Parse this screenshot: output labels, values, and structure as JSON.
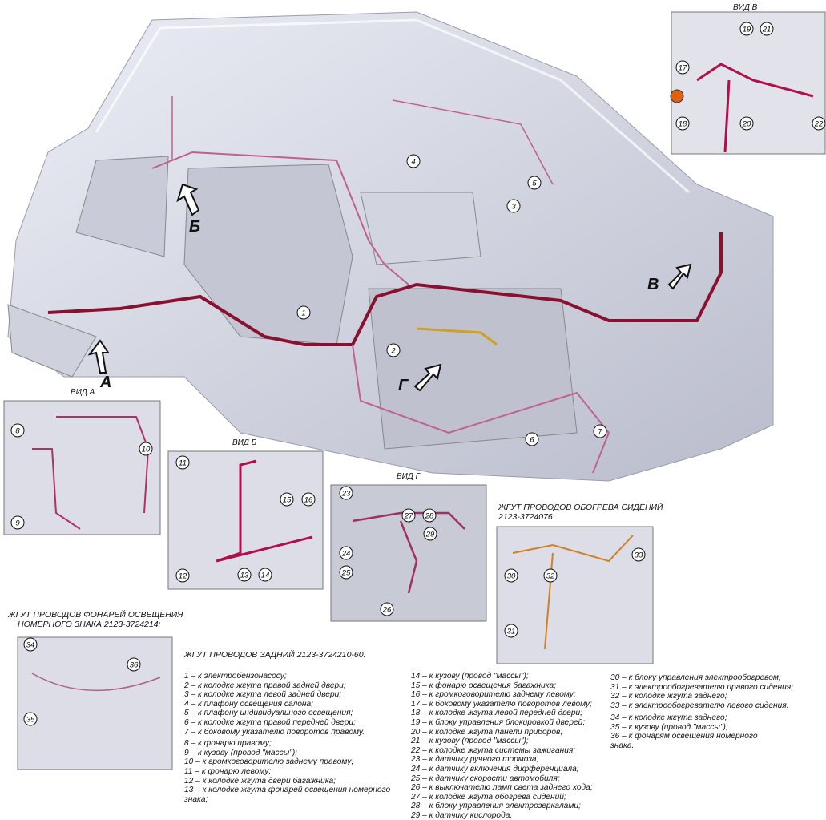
{
  "views": {
    "a": "ВИД А",
    "b": "ВИД Б",
    "v": "ВИД В",
    "g": "ВИД Г"
  },
  "arrows": {
    "a": "А",
    "b": "Б",
    "v": "В",
    "g": "Г"
  },
  "harness_titles": {
    "rear": "ЖГУТ ПРОВОДОВ ЗАДНИЙ 2123-3724210-60:",
    "seat_heating_line1": "ЖГУТ ПРОВОДОВ ОБОГРЕВА СИДЕНИЙ",
    "seat_heating_line2": "2123-3724076:",
    "license_line1": "ЖГУТ ПРОВОДОВ ФОНАРЕЙ ОСВЕЩЕНИЯ",
    "license_line2": "НОМЕРНОГО ЗНАКА 2123-3724214:"
  },
  "callouts": [
    "1",
    "2",
    "3",
    "4",
    "5",
    "6",
    "7",
    "8",
    "9",
    "10",
    "11",
    "12",
    "13",
    "14",
    "15",
    "16",
    "17",
    "18",
    "19",
    "20",
    "21",
    "22",
    "23",
    "24",
    "25",
    "26",
    "27",
    "28",
    "29",
    "30",
    "31",
    "32",
    "33",
    "34",
    "35",
    "36"
  ],
  "legend_col1": [
    "1 – к электробензонасосу;",
    "2 – к колодке жгута правой задней двери;",
    "3 – к колодке жгута левой задней двери;",
    "4 – к плафону освещения салона;",
    "5 – к плафону индивидуального освещения;",
    "6 – к колодке жгута правой передней двери;",
    "7 – к боковому указателю поворотов правому.",
    "8 – к фонарю правому;",
    "9 – к кузову (провод \"массы\");",
    "10 – к громкоговорителю заднему правому;",
    "11 – к фонарю левому;",
    "12 – к колодке жгута двери багажника;",
    "13 – к колодке жгута фонарей освещения номерного",
    "знака;"
  ],
  "legend_col2": [
    "14 – к кузову (провод \"массы\");",
    "15 – к фонарю освещения багажника;",
    "16 – к громкоговорителю заднему левому;",
    "17 – к боковому указателю поворотов левому;",
    "18 – к колодке жгута левой передней двери;",
    "19 – к блоку управления блокировкой дверей;",
    "20 – к колодке жгута панели приборов;",
    "21 – к кузову (провод \"массы\");",
    "22 – к колодке жгута системы зажигания;",
    "23 – к датчику ручного тормоза;",
    "24 – к датчику включения дифференциала;",
    "25 – к датчику скорости автомобиля;",
    "26 – к выключателю ламп света заднего хода;",
    "27 – к колодке жгута обогрева сидений;",
    "28 – к блоку управления электрозеркалами;",
    "29 – к датчику кислорода."
  ],
  "legend_col3a": [
    "30 – к блоку управления электрообогревом;",
    "31 – к электрообогревателю правого сидения;",
    "32 – к колодке жгута заднего;",
    "33 – к электрообогревателю левого сидения."
  ],
  "legend_col3b": [
    "34 – к колодке жгута заднего;",
    "35 – к кузову (провод \"массы\");",
    "36 – к фонарям освещения номерного",
    "знака."
  ],
  "colors": {
    "wire": "#b0306a",
    "wire_dark": "#8a1030",
    "seat_wire": "#d08020",
    "connector": "#f0d060",
    "body": "#d8d8e4"
  }
}
